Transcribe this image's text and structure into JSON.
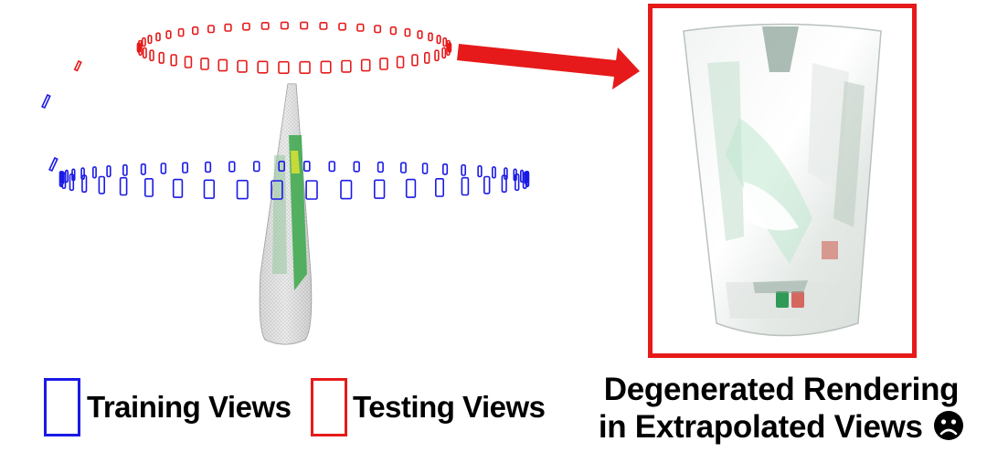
{
  "legend": {
    "training_label": "Training Views",
    "testing_label": "Testing Views"
  },
  "caption": {
    "line1": "Degenerated Rendering",
    "line2": "in Extrapolated Views"
  },
  "icons": {
    "arrow": "arrow-right-icon",
    "sad": "sad-face-icon"
  },
  "colors": {
    "training": "#1a1ae6",
    "testing": "#e61a1a",
    "tube_green": "#3aa84a"
  }
}
